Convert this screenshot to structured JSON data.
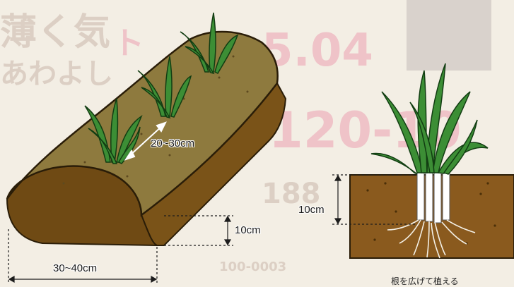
{
  "ridge_diagram": {
    "plant_spacing_label": "20~30cm",
    "ridge_height_label": "10cm",
    "ridge_width_label": "30~40cm"
  },
  "planting_diagram": {
    "planting_depth_label": "10cm",
    "caption": "根を広げて植える"
  },
  "colors": {
    "soil_top": "#8e7a3e",
    "soil_side": "#7a5318",
    "leaf_green": "#3c8e35",
    "background": "#f3eee4"
  }
}
